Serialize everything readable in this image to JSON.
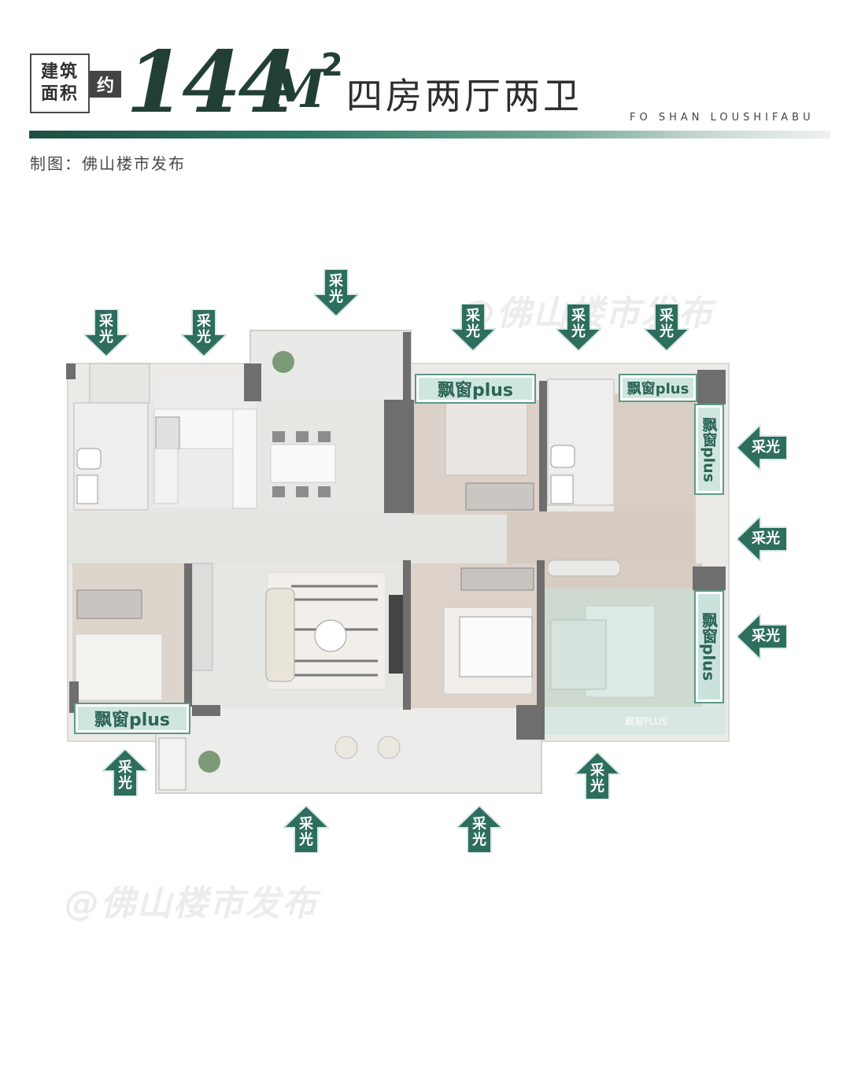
{
  "header": {
    "area_label_line1": "建筑",
    "area_label_line2": "面积",
    "approx": "约",
    "area_value": "144",
    "area_unit": "M",
    "area_sup": "2",
    "room_type": "四房两厅两卫",
    "brand_en": "FO SHAN LOUSHIFABU",
    "credit": "制图：佛山楼市发布"
  },
  "watermark": "@佛山楼市发布",
  "sunlight_label": "采光",
  "bay_window_labels": [
    "飘窗plus",
    "飘窗plus",
    "飘窗plus",
    "飘窗plus",
    "飘窗plus"
  ],
  "small_plan_label": "飘窗PLUS",
  "colors": {
    "brand_green": "#223f36",
    "arrow_green": "#2e6e5e",
    "bay_fill": "#cfe6df"
  }
}
